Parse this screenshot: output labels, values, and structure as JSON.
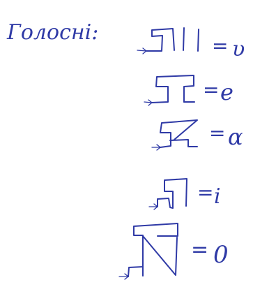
{
  "page": {
    "ink_color": "#2f3aa6",
    "background_color": "#ffffff"
  },
  "heading": {
    "text": "Голосні:"
  },
  "rows": [
    {
      "glyph_icon": "vowel-glyph-u",
      "equals": "=",
      "value": "υ"
    },
    {
      "glyph_icon": "vowel-glyph-e",
      "equals": "=",
      "value": "e"
    },
    {
      "glyph_icon": "vowel-glyph-a",
      "equals": "=",
      "value": "α"
    },
    {
      "glyph_icon": "vowel-glyph-i",
      "equals": "=",
      "value": "i"
    },
    {
      "glyph_icon": "vowel-glyph-o",
      "equals": "=",
      "value": "0"
    }
  ]
}
